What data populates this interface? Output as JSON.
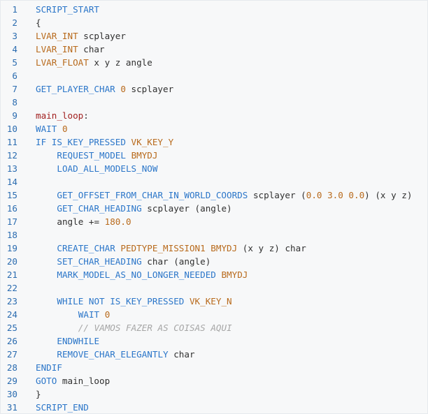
{
  "colors": {
    "keyword": "#2b76c9",
    "number": "#b86a1c",
    "label": "#a11f1f",
    "comment": "#a6a6a6",
    "text": "#303030",
    "line_number": "#2b6cb0",
    "background": "#f7f8f9"
  },
  "lines": [
    {
      "n": "1",
      "indent": 0,
      "tokens": [
        {
          "t": "SCRIPT_START",
          "k": "kw"
        }
      ]
    },
    {
      "n": "2",
      "indent": 0,
      "tokens": [
        {
          "t": "{",
          "k": "txt"
        }
      ]
    },
    {
      "n": "3",
      "indent": 0,
      "tokens": [
        {
          "t": "LVAR_INT",
          "k": "num"
        },
        {
          "t": " scplayer",
          "k": "txt"
        }
      ]
    },
    {
      "n": "4",
      "indent": 0,
      "tokens": [
        {
          "t": "LVAR_INT",
          "k": "num"
        },
        {
          "t": " char",
          "k": "txt"
        }
      ]
    },
    {
      "n": "5",
      "indent": 0,
      "tokens": [
        {
          "t": "LVAR_FLOAT",
          "k": "num"
        },
        {
          "t": " x y z angle",
          "k": "txt"
        }
      ]
    },
    {
      "n": "6",
      "indent": 0,
      "tokens": []
    },
    {
      "n": "7",
      "indent": 0,
      "tokens": [
        {
          "t": "GET_PLAYER_CHAR",
          "k": "kw"
        },
        {
          "t": " ",
          "k": "txt"
        },
        {
          "t": "0",
          "k": "num"
        },
        {
          "t": " scplayer",
          "k": "txt"
        }
      ]
    },
    {
      "n": "8",
      "indent": 0,
      "tokens": []
    },
    {
      "n": "9",
      "indent": 0,
      "tokens": [
        {
          "t": "main_loop",
          "k": "lbl"
        },
        {
          "t": ":",
          "k": "txt"
        }
      ]
    },
    {
      "n": "10",
      "indent": 0,
      "tokens": [
        {
          "t": "WAIT",
          "k": "kw"
        },
        {
          "t": " ",
          "k": "txt"
        },
        {
          "t": "0",
          "k": "num"
        }
      ]
    },
    {
      "n": "11",
      "indent": 0,
      "tokens": [
        {
          "t": "IF IS_KEY_PRESSED",
          "k": "kw"
        },
        {
          "t": " ",
          "k": "txt"
        },
        {
          "t": "VK_KEY_Y",
          "k": "num"
        }
      ]
    },
    {
      "n": "12",
      "indent": 4,
      "tokens": [
        {
          "t": "REQUEST_MODEL",
          "k": "kw"
        },
        {
          "t": " ",
          "k": "txt"
        },
        {
          "t": "BMYDJ",
          "k": "num"
        }
      ]
    },
    {
      "n": "13",
      "indent": 4,
      "tokens": [
        {
          "t": "LOAD_ALL_MODELS_NOW",
          "k": "kw"
        }
      ]
    },
    {
      "n": "14",
      "indent": 0,
      "tokens": []
    },
    {
      "n": "15",
      "indent": 4,
      "tokens": [
        {
          "t": "GET_OFFSET_FROM_CHAR_IN_WORLD_COORDS",
          "k": "kw"
        },
        {
          "t": " scplayer (",
          "k": "txt"
        },
        {
          "t": "0.0 3.0 0.0",
          "k": "num"
        },
        {
          "t": ") (x y z)",
          "k": "txt"
        }
      ]
    },
    {
      "n": "16",
      "indent": 4,
      "tokens": [
        {
          "t": "GET_CHAR_HEADING",
          "k": "kw"
        },
        {
          "t": " scplayer (angle)",
          "k": "txt"
        }
      ]
    },
    {
      "n": "17",
      "indent": 4,
      "tokens": [
        {
          "t": "angle += ",
          "k": "txt"
        },
        {
          "t": "180.0",
          "k": "num"
        }
      ]
    },
    {
      "n": "18",
      "indent": 0,
      "tokens": []
    },
    {
      "n": "19",
      "indent": 4,
      "tokens": [
        {
          "t": "CREATE_CHAR",
          "k": "kw"
        },
        {
          "t": " ",
          "k": "txt"
        },
        {
          "t": "PEDTYPE_MISSION1 BMYDJ",
          "k": "num"
        },
        {
          "t": " (x y z) char",
          "k": "txt"
        }
      ]
    },
    {
      "n": "20",
      "indent": 4,
      "tokens": [
        {
          "t": "SET_CHAR_HEADING",
          "k": "kw"
        },
        {
          "t": " char (angle)",
          "k": "txt"
        }
      ]
    },
    {
      "n": "21",
      "indent": 4,
      "tokens": [
        {
          "t": "MARK_MODEL_AS_NO_LONGER_NEEDED",
          "k": "kw"
        },
        {
          "t": " ",
          "k": "txt"
        },
        {
          "t": "BMYDJ",
          "k": "num"
        }
      ]
    },
    {
      "n": "22",
      "indent": 0,
      "tokens": []
    },
    {
      "n": "23",
      "indent": 4,
      "tokens": [
        {
          "t": "WHILE NOT IS_KEY_PRESSED",
          "k": "kw"
        },
        {
          "t": " ",
          "k": "txt"
        },
        {
          "t": "VK_KEY_N",
          "k": "num"
        }
      ]
    },
    {
      "n": "24",
      "indent": 8,
      "tokens": [
        {
          "t": "WAIT",
          "k": "kw"
        },
        {
          "t": " ",
          "k": "txt"
        },
        {
          "t": "0",
          "k": "num"
        }
      ]
    },
    {
      "n": "25",
      "indent": 8,
      "tokens": [
        {
          "t": "// VAMOS FAZER AS COISAS AQUI",
          "k": "cmt"
        }
      ]
    },
    {
      "n": "26",
      "indent": 4,
      "tokens": [
        {
          "t": "ENDWHILE",
          "k": "kw"
        }
      ]
    },
    {
      "n": "27",
      "indent": 4,
      "tokens": [
        {
          "t": "REMOVE_CHAR_ELEGANTLY",
          "k": "kw"
        },
        {
          "t": " char",
          "k": "txt"
        }
      ]
    },
    {
      "n": "28",
      "indent": 0,
      "tokens": [
        {
          "t": "ENDIF",
          "k": "kw"
        }
      ]
    },
    {
      "n": "29",
      "indent": 0,
      "tokens": [
        {
          "t": "GOTO",
          "k": "kw"
        },
        {
          "t": " main_loop",
          "k": "txt"
        }
      ]
    },
    {
      "n": "30",
      "indent": 0,
      "tokens": [
        {
          "t": "}",
          "k": "txt"
        }
      ]
    },
    {
      "n": "31",
      "indent": 0,
      "tokens": [
        {
          "t": "SCRIPT_END",
          "k": "kw"
        }
      ]
    }
  ]
}
